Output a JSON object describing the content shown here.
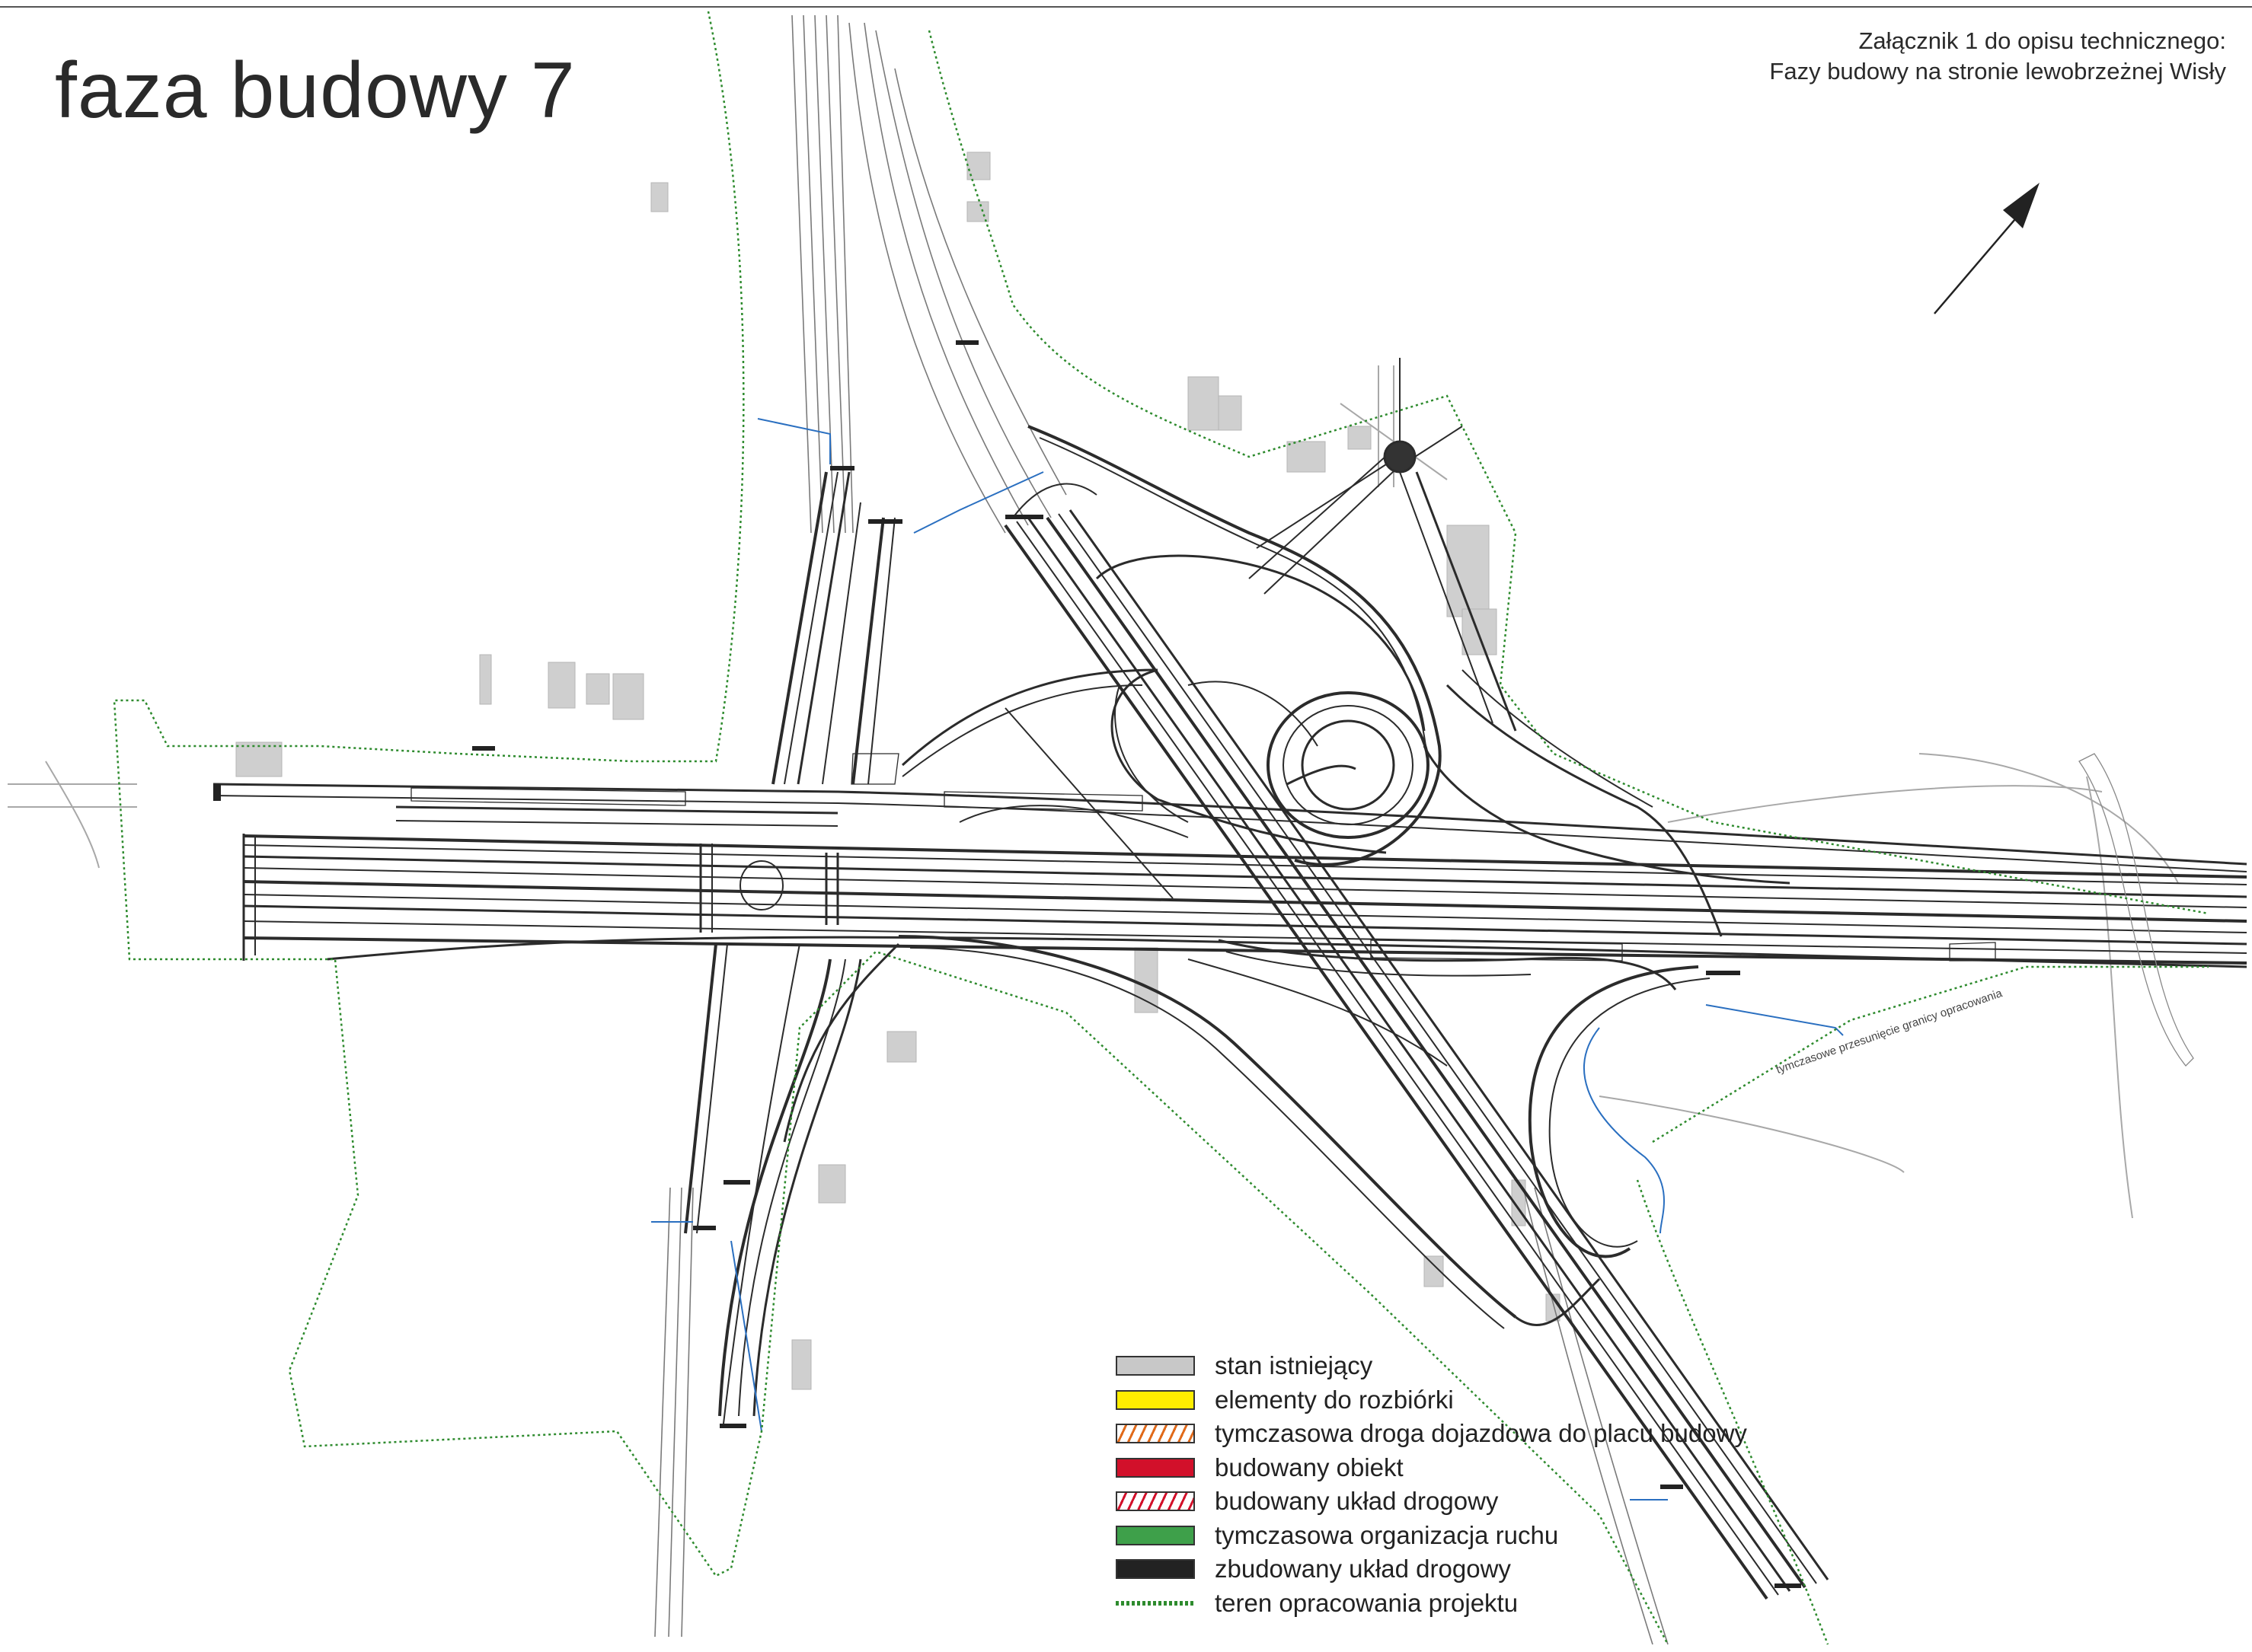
{
  "title": "faza budowy 7",
  "header_note": {
    "line1": "Załącznik 1 do opisu technicznego:",
    "line2": "Fazy budowy na stronie lewobrzeżnej Wisły"
  },
  "annotations": {
    "temporary_boundary": "tymczasowe przesunięcie granicy opracowania"
  },
  "legend": [
    {
      "label": "stan istniejący",
      "swatch": "existing",
      "color": "#c8c8c8"
    },
    {
      "label": "elementy do rozbiórki",
      "swatch": "demolition",
      "color": "#ffee00"
    },
    {
      "label": "tymczasowa droga dojazdowa do placu budowy",
      "swatch": "temp-road",
      "color": "#e06a1a"
    },
    {
      "label": "budowany obiekt",
      "swatch": "object",
      "color": "#d2102a"
    },
    {
      "label": "budowany układ drogowy",
      "swatch": "road-layout",
      "color": "#d2102a"
    },
    {
      "label": "tymczasowa organizacja ruchu",
      "swatch": "traffic",
      "color": "#3ea04a"
    },
    {
      "label": "zbudowany układ drogowy",
      "swatch": "built",
      "color": "#222222"
    },
    {
      "label": "teren opracowania projektu",
      "swatch": "boundary",
      "color": "#2e8b2e"
    }
  ],
  "colors": {
    "road": "#2b2b2b",
    "existing": "#9a9a9a",
    "boundary": "#2e8b2e",
    "water": "#2a6fc0"
  },
  "icons": {
    "north_arrow": "north-arrow-icon"
  }
}
